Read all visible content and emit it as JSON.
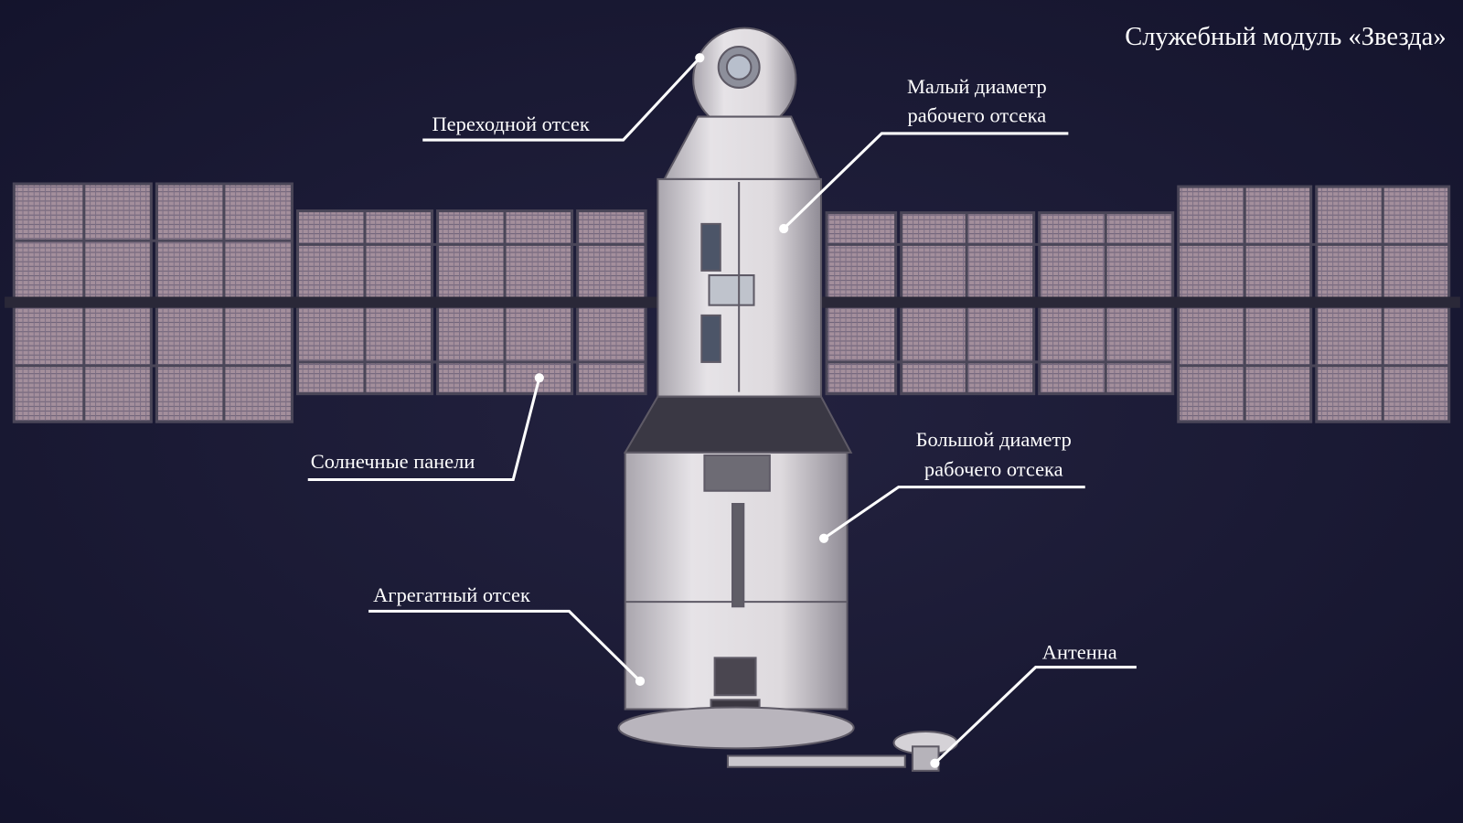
{
  "title": "Служебный модуль «Звезда»",
  "labels": {
    "transfer": "Переходной отсек",
    "small_diameter_1": "Малый диаметр",
    "small_diameter_2": "рабочего отсека",
    "solar": "Солнечные панели",
    "large_diameter_1": "Большой диаметр",
    "large_diameter_2": "рабочего отсека",
    "aggregate": "Агрегатный отсек",
    "antenna": "Антенна"
  },
  "colors": {
    "background": "#17172e",
    "panel": "#9c8a98",
    "hull": "#dcd8dc",
    "label": "#ffffff"
  }
}
